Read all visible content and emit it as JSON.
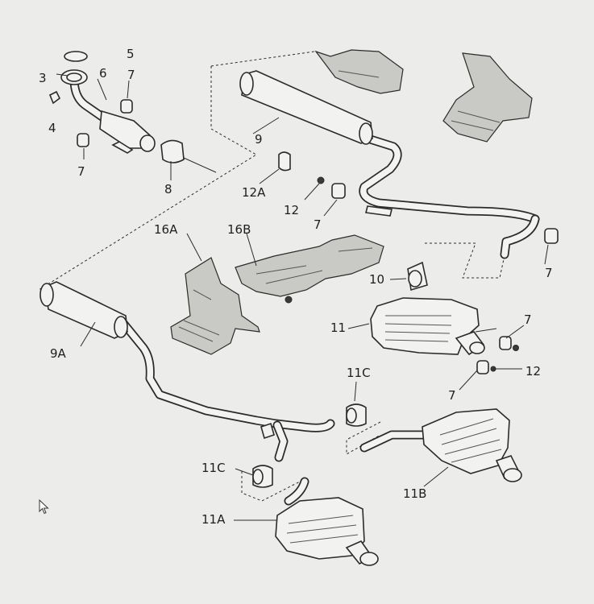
{
  "labels": {
    "l3": "3",
    "l4": "4",
    "l5": "5",
    "l6": "6",
    "l7_top": "7",
    "l7_left": "7",
    "l7_mid": "7",
    "l7_right": "7",
    "l7_11a": "7",
    "l7_11b": "7",
    "l8": "8",
    "l9": "9",
    "l9A": "9A",
    "l10": "10",
    "l11": "11",
    "l11A": "11A",
    "l11B": "11B",
    "l11C_top": "11C",
    "l11C_bottom": "11C",
    "l12": "12",
    "l12_right": "12",
    "l12A": "12A",
    "l16A": "16A",
    "l16B": "16B"
  },
  "icons": {
    "cursor": "mouse-cursor-icon"
  }
}
